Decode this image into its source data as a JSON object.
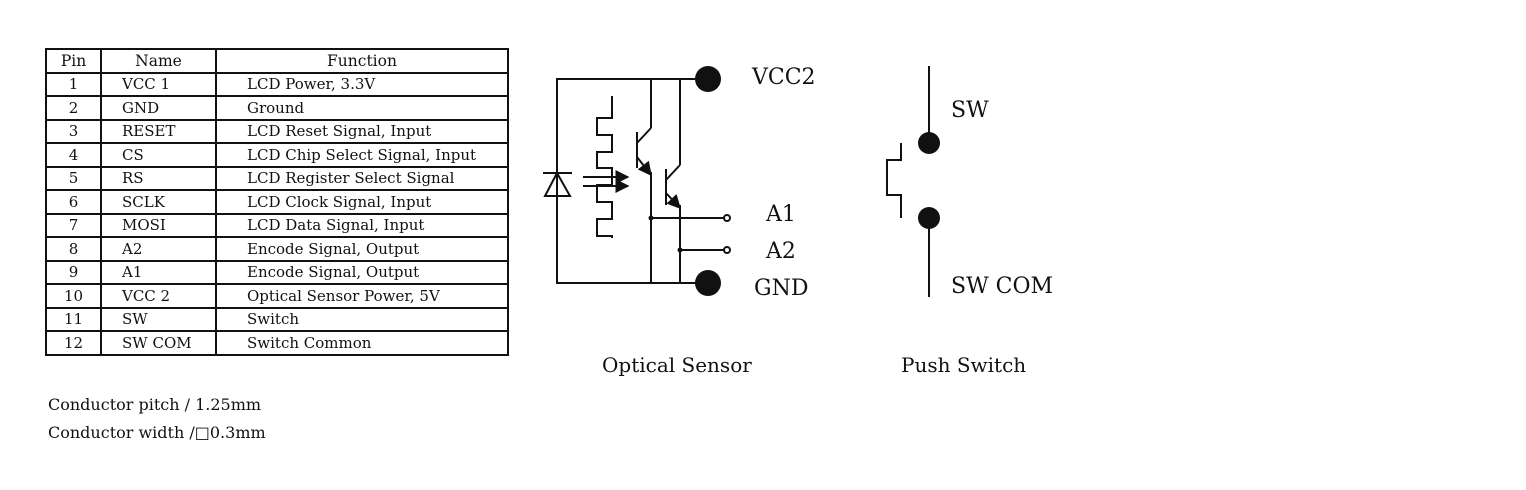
{
  "pin_table": {
    "headers": {
      "pin": "Pin",
      "name": "Name",
      "function": "Function"
    },
    "rows": [
      {
        "pin": "1",
        "name": "VCC 1",
        "function": "LCD Power, 3.3V"
      },
      {
        "pin": "2",
        "name": "GND",
        "function": "Ground"
      },
      {
        "pin": "3",
        "name": "RESET",
        "function": "LCD Reset Signal, Input"
      },
      {
        "pin": "4",
        "name": "CS",
        "function": "LCD Chip Select Signal, Input"
      },
      {
        "pin": "5",
        "name": "RS",
        "function": "LCD Register Select Signal"
      },
      {
        "pin": "6",
        "name": "SCLK",
        "function": "LCD Clock Signal, Input"
      },
      {
        "pin": "7",
        "name": "MOSI",
        "function": "LCD Data Signal, Input"
      },
      {
        "pin": "8",
        "name": "A2",
        "function": "Encode Signal, Output"
      },
      {
        "pin": "9",
        "name": "A1",
        "function": "Encode Signal, Output"
      },
      {
        "pin": "10",
        "name": "VCC 2",
        "function": "Optical Sensor Power, 5V"
      },
      {
        "pin": "11",
        "name": "SW",
        "function": "Switch"
      },
      {
        "pin": "12",
        "name": "SW COM",
        "function": "Switch Common"
      }
    ]
  },
  "notes": {
    "pitch": "Conductor pitch / 1.25mm",
    "width": "Conductor width /□0.3mm"
  },
  "optical_sensor": {
    "title": "Optical Sensor",
    "labels": {
      "vcc": "VCC2",
      "a1": "A1",
      "a2": "A2",
      "gnd": "GND"
    }
  },
  "push_switch": {
    "title": "Push Switch",
    "labels": {
      "sw": "SW",
      "swcom": "SW COM"
    }
  }
}
